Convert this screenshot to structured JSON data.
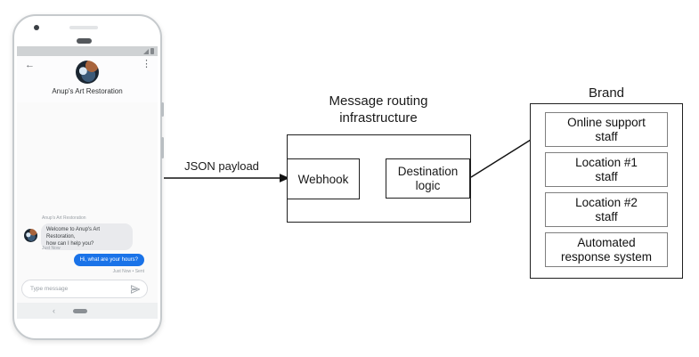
{
  "phone": {
    "header": {
      "title": "Anup's Art Restoration"
    },
    "chat": {
      "sender_label": "Anup's Art Restoration",
      "incoming": {
        "line1": "Welcome to Anup's Art Restoration,",
        "line2": "how can I help you?",
        "timestamp": "Just Now"
      },
      "outgoing": {
        "text": "Hi, what are your hours?",
        "status": "Just Now • Sent"
      }
    },
    "composer": {
      "placeholder": "Type message"
    }
  },
  "diagram": {
    "payload_arrow_label": "JSON payload",
    "routing": {
      "title_line1": "Message routing",
      "title_line2": "infrastructure",
      "webhook_label": "Webhook",
      "destination_line1": "Destination",
      "destination_line2": "logic"
    },
    "brand": {
      "title": "Brand",
      "items": [
        {
          "line1": "Online support",
          "line2": "staff"
        },
        {
          "line1": "Location #1",
          "line2": "staff"
        },
        {
          "line1": "Location #2",
          "line2": "staff"
        },
        {
          "line1": "Automated",
          "line2": "response system"
        }
      ]
    }
  },
  "icons": {
    "back": "←",
    "menu": "⋮",
    "nav_back": "‹"
  },
  "colors": {
    "outgoing_bubble": "#1a73e8",
    "incoming_bubble": "#e9eaed"
  }
}
